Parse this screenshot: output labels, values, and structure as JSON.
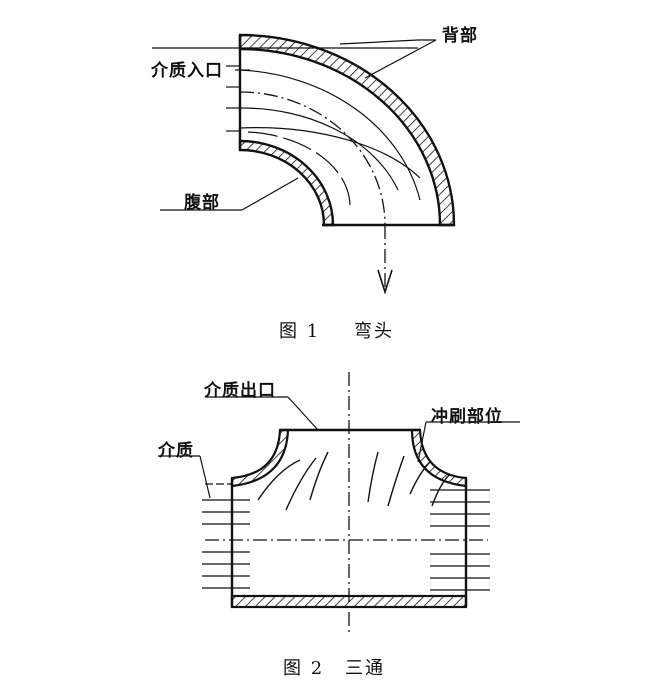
{
  "figure1": {
    "caption_number": "图 1",
    "caption_title": "弯头",
    "labels": {
      "back": "背部",
      "medium_inlet": "介质入口",
      "belly": "腹部"
    }
  },
  "figure2": {
    "caption_number": "图 2",
    "caption_title": "三通",
    "labels": {
      "medium_outlet": "介质出口",
      "erosion_location": "冲刷部位",
      "medium": "介质"
    }
  },
  "colors": {
    "ink": "#111111",
    "paper": "#ffffff"
  }
}
